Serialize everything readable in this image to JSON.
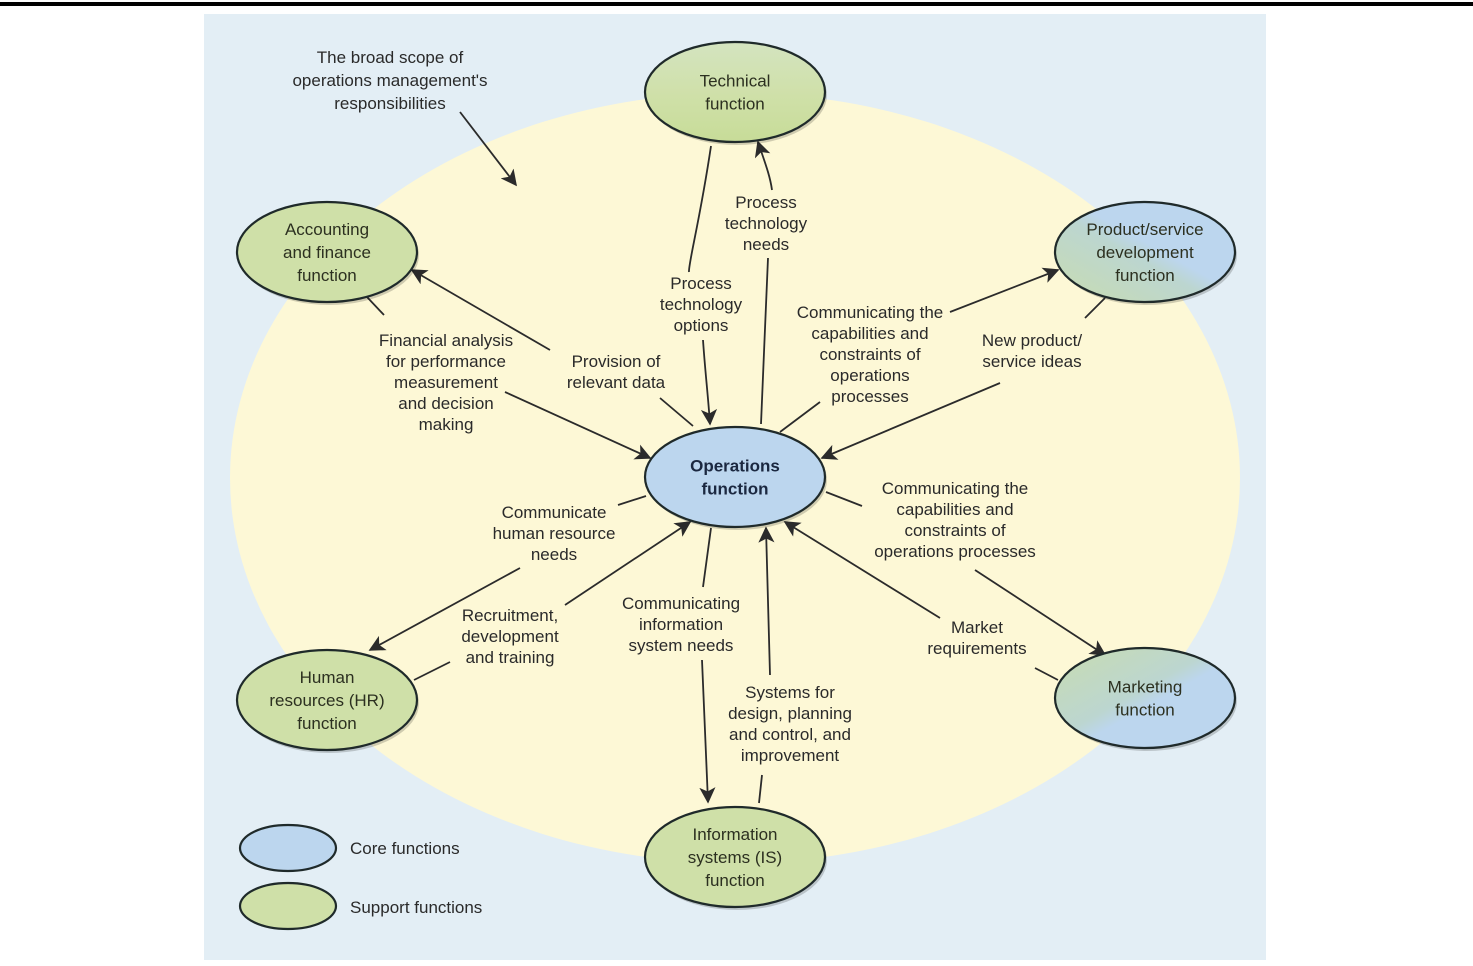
{
  "title_note": [
    "The broad scope of",
    "operations management's",
    "responsibilities"
  ],
  "colors": {
    "panel_bg": "#e3eef5",
    "scope_ellipse": "#fdf8d6",
    "core_fill": "#bcd6ee",
    "support_fill": "#cfe0a8",
    "line": "#2b2b2b"
  },
  "nodes": {
    "operations": {
      "type": "core",
      "lines": [
        "Operations",
        "function"
      ]
    },
    "technical": {
      "type": "support",
      "lines": [
        "Technical",
        "function"
      ]
    },
    "accounting": {
      "type": "support",
      "lines": [
        "Accounting",
        "and finance",
        "function"
      ]
    },
    "product": {
      "type": "core",
      "lines": [
        "Product/service",
        "development",
        "function"
      ]
    },
    "hr": {
      "type": "support",
      "lines": [
        "Human",
        "resources (HR)",
        "function"
      ]
    },
    "is": {
      "type": "support",
      "lines": [
        "Information",
        "systems (IS)",
        "function"
      ]
    },
    "marketing": {
      "type": "core",
      "lines": [
        "Marketing",
        "function"
      ]
    }
  },
  "flows": [
    {
      "id": "tech-to-ops",
      "from": "technical",
      "to": "operations",
      "lines": [
        "Process",
        "technology",
        "options"
      ]
    },
    {
      "id": "ops-to-tech",
      "from": "operations",
      "to": "technical",
      "lines": [
        "Process",
        "technology",
        "needs"
      ]
    },
    {
      "id": "acc-to-ops",
      "from": "accounting",
      "to": "operations",
      "lines": [
        "Financial analysis",
        "for performance",
        "measurement",
        "and decision",
        "making"
      ]
    },
    {
      "id": "ops-to-acc",
      "from": "operations",
      "to": "accounting",
      "lines": [
        "Provision of",
        "relevant data"
      ]
    },
    {
      "id": "ops-to-prod",
      "from": "operations",
      "to": "product",
      "lines": [
        "Communicating the",
        "capabilities and",
        "constraints of",
        "operations",
        "processes"
      ]
    },
    {
      "id": "prod-to-ops",
      "from": "product",
      "to": "operations",
      "lines": [
        "New product/",
        "service ideas"
      ]
    },
    {
      "id": "ops-to-hr",
      "from": "operations",
      "to": "hr",
      "lines": [
        "Communicate",
        "human resource",
        "needs"
      ]
    },
    {
      "id": "hr-to-ops",
      "from": "hr",
      "to": "operations",
      "lines": [
        "Recruitment,",
        "development",
        "and training"
      ]
    },
    {
      "id": "ops-to-is",
      "from": "operations",
      "to": "is",
      "lines": [
        "Communicating",
        "information",
        "system needs"
      ]
    },
    {
      "id": "is-to-ops",
      "from": "is",
      "to": "operations",
      "lines": [
        "Systems for",
        "design, planning",
        "and control, and",
        "improvement"
      ]
    },
    {
      "id": "ops-to-mkt",
      "from": "operations",
      "to": "marketing",
      "lines": [
        "Communicating the",
        "capabilities and",
        "constraints of",
        "operations processes"
      ]
    },
    {
      "id": "mkt-to-ops",
      "from": "marketing",
      "to": "operations",
      "lines": [
        "Market",
        "requirements"
      ]
    }
  ],
  "legend": [
    {
      "type": "core",
      "label": "Core functions"
    },
    {
      "type": "support",
      "label": "Support functions"
    }
  ]
}
